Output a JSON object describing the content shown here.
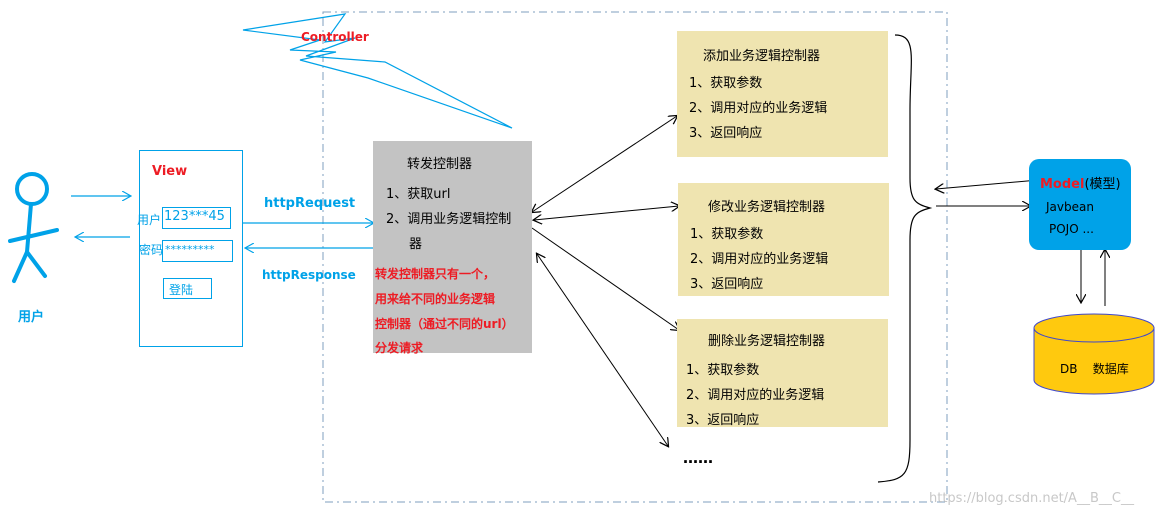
{
  "user": {
    "label": "用户"
  },
  "view": {
    "title": "View",
    "username_label": "用户",
    "username_value": "123***45",
    "password_label": "密码",
    "password_value": "*********",
    "login_button": "登陆"
  },
  "http": {
    "request": "httpRequest",
    "response": "httpResponse"
  },
  "controller_label": "Controller",
  "dispatcher": {
    "title": "转发控制器",
    "step1": "1、获取url",
    "step2a": "2、调用业务逻辑控制",
    "step2b": "器",
    "note": [
      "转发控制器只有一个，",
      "用来给不同的业务逻辑",
      "控制器（通过不同的url）",
      "分发请求"
    ]
  },
  "controllers": [
    {
      "title": "添加业务逻辑控制器",
      "steps": [
        "1、获取参数",
        "2、调用对应的业务逻辑",
        "3、返回响应"
      ]
    },
    {
      "title": "修改业务逻辑控制器",
      "steps": [
        "1、获取参数",
        "2、调用对应的业务逻辑",
        "3、返回响应"
      ]
    },
    {
      "title": "删除业务逻辑控制器",
      "steps": [
        "1、获取参数",
        "2、调用对应的业务逻辑",
        "3、返回响应"
      ]
    }
  ],
  "ellipsis": "……",
  "model": {
    "title_red": "Model",
    "title_rest": "(模型)",
    "line2": "Javbean",
    "line3": "POJO ..."
  },
  "db": {
    "label": "DB    数据库"
  },
  "watermark": "https://blog.csdn.net/A__B__C__",
  "colors": {
    "blue": "#00a2e8",
    "red": "#ed1c24",
    "gray_box": "#c3c3c3",
    "cream_box": "#efe4b0",
    "db_yellow": "#ffc90e"
  }
}
